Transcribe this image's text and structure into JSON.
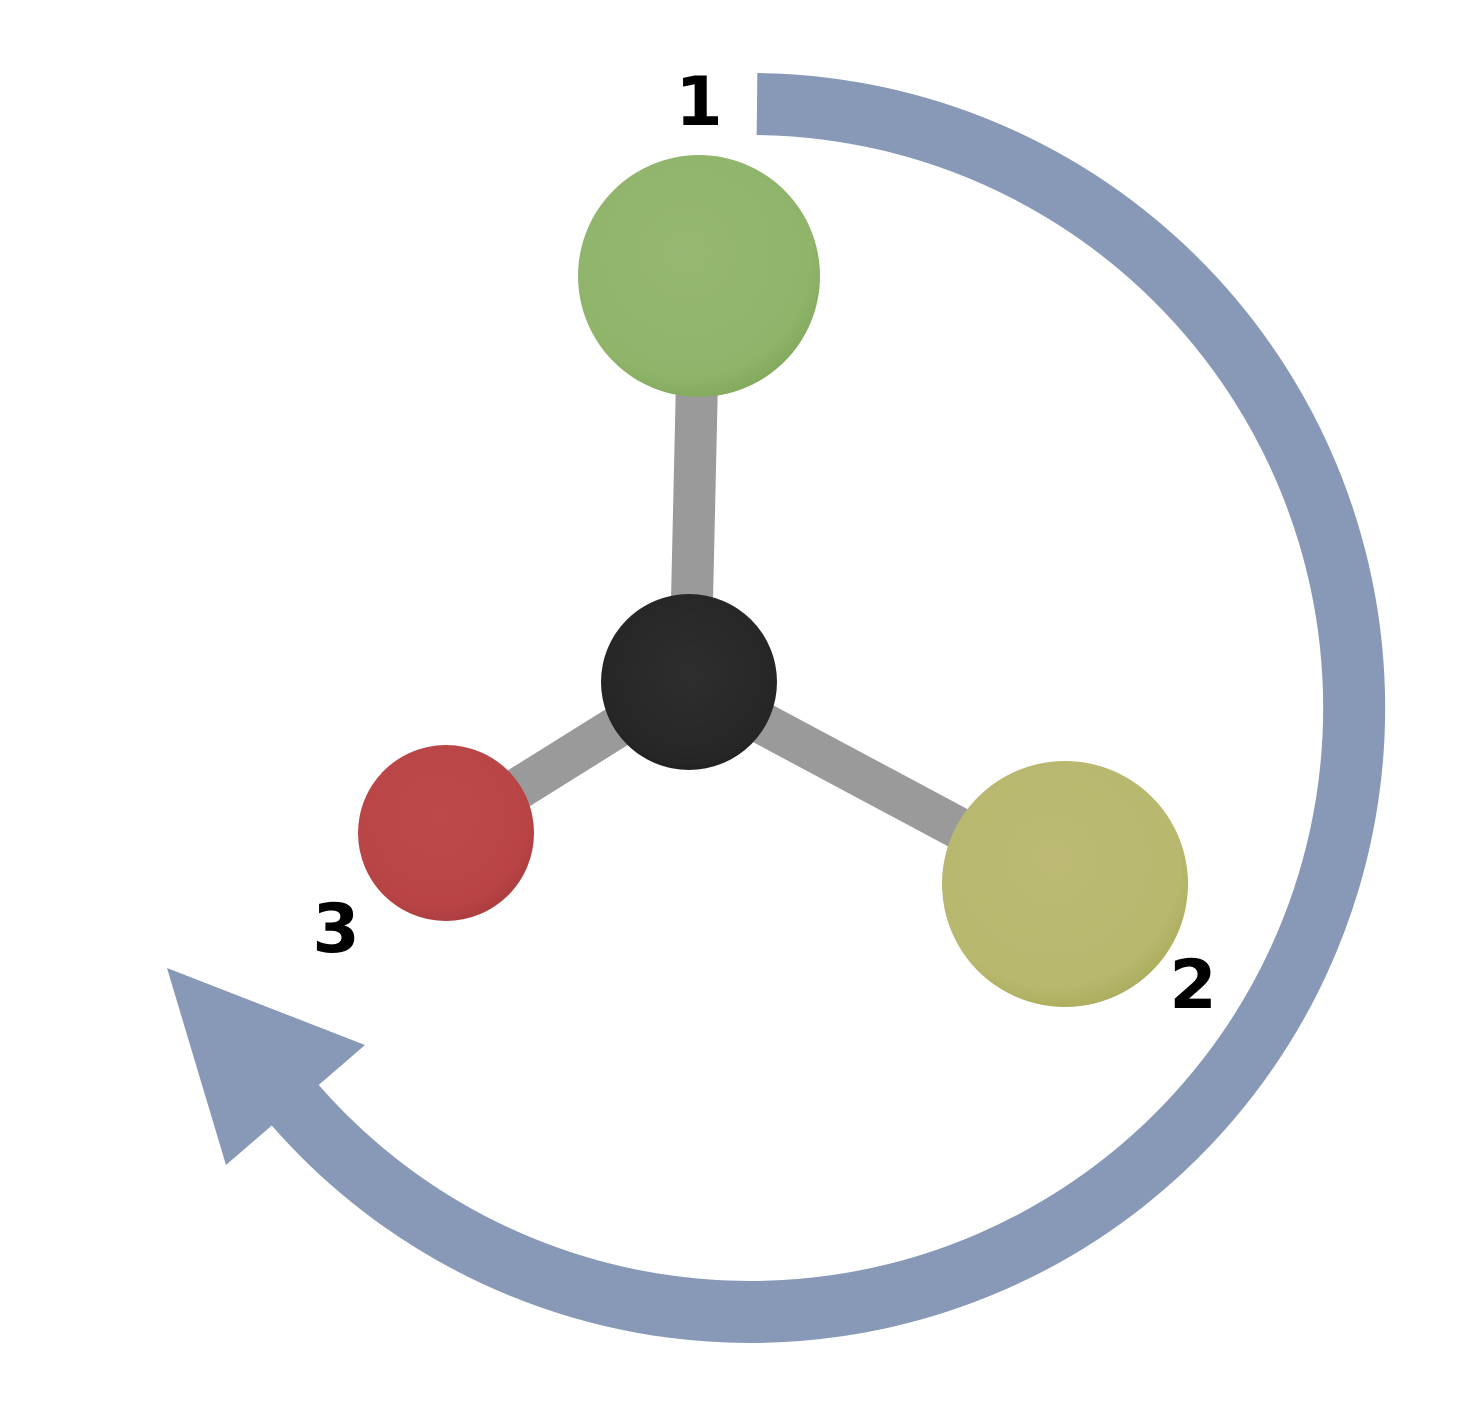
{
  "diagram": {
    "labels": {
      "atom1": "1",
      "atom2": "2",
      "atom3": "3"
    },
    "colors": {
      "arrow": "#8799b7",
      "bond": "#9a9a9b",
      "atom1": "#8fb46a",
      "atom2": "#b8b86e",
      "atom3": "#b94446",
      "center": "#2a2a2a"
    },
    "rotation_direction": "clockwise"
  }
}
